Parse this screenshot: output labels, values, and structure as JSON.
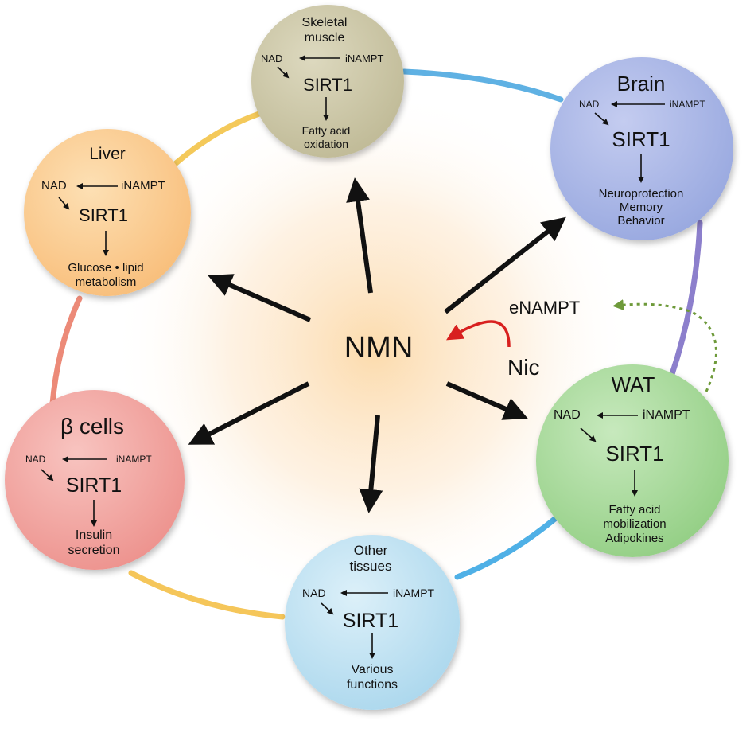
{
  "center": {
    "label": "NMN"
  },
  "side": {
    "enampt": "eNAMPT",
    "nic": "Nic"
  },
  "tissues": {
    "skeletal_muscle": {
      "title_1": "Skeletal",
      "title_2": "muscle",
      "nad": "NAD",
      "inampt": "iNAMPT",
      "sirt": "SIRT1",
      "outcome_1": "Fatty acid",
      "outcome_2": "oxidation",
      "color": "#c9c4a4"
    },
    "brain": {
      "title": "Brain",
      "nad": "NAD",
      "inampt": "iNAMPT",
      "sirt": "SIRT1",
      "outcome_1": "Neuroprotection",
      "outcome_2": "Memory",
      "outcome_3": "Behavior",
      "color": "#a9b7e6"
    },
    "liver": {
      "title": "Liver",
      "nad": "NAD",
      "inampt": "iNAMPT",
      "sirt": "SIRT1",
      "outcome_1": "Glucose • lipid",
      "outcome_2": "metabolism",
      "color": "#fbc98d"
    },
    "wat": {
      "title": "WAT",
      "nad": "NAD",
      "inampt": "iNAMPT",
      "sirt": "SIRT1",
      "outcome_1": "Fatty acid",
      "outcome_2": "mobilization",
      "outcome_3": "Adipokines",
      "color": "#a7d99a"
    },
    "beta_cells": {
      "title": "β cells",
      "nad": "NAD",
      "inampt": "iNAMPT",
      "sirt": "SIRT1",
      "outcome_1": "Insulin",
      "outcome_2": "secretion",
      "color": "#f2a4a0"
    },
    "other": {
      "title_1": "Other",
      "title_2": "tissues",
      "nad": "NAD",
      "inampt": "iNAMPT",
      "sirt": "SIRT1",
      "outcome_1": "Various",
      "outcome_2": "functions",
      "color": "#bfe1f1"
    }
  }
}
